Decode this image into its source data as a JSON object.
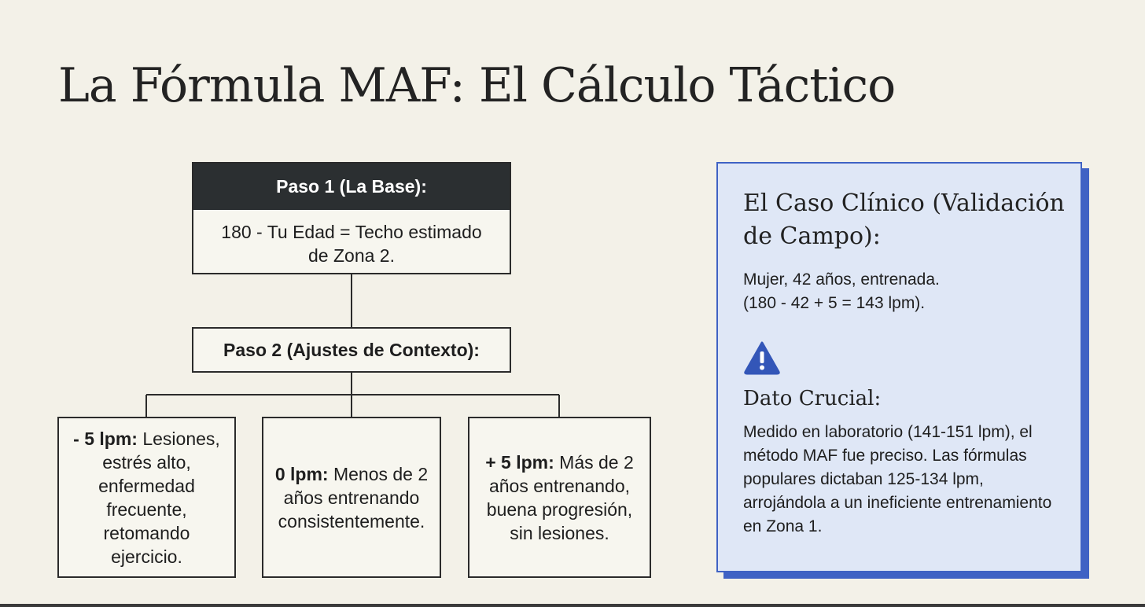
{
  "title": "La Fórmula MAF: El Cálculo Táctico",
  "step1": {
    "header": "Paso 1 (La Base):",
    "body": "180 - Tu Edad = Techo estimado de Zona 2."
  },
  "step2": {
    "label": "Paso 2 (Ajustes de Contexto):"
  },
  "adjustments": [
    {
      "value": "- 5 lpm:",
      "description": " Lesiones, estrés alto, enfermedad frecuente, retomando ejercicio."
    },
    {
      "value": "0 lpm:",
      "description": " Menos de 2 años entrenando consistentemente."
    },
    {
      "value": "+ 5 lpm:",
      "description": " Más de 2 años entrenando, buena progresión, sin lesiones."
    }
  ],
  "case": {
    "title": "El Caso Clínico (Validación de Campo):",
    "line1": "Mujer, 42 años, entrenada.",
    "line2": "(180 - 42 + 5 = 143 lpm).",
    "icon": "warning-icon",
    "crucial_title": "Dato Crucial:",
    "crucial_text": "Medido en laboratorio (141-151 lpm), el método MAF fue preciso. Las fórmulas populares dictaban 125-134 lpm, arrojándola a un ineficiente entrenamiento en Zona 1."
  },
  "colors": {
    "background": "#f3f1e8",
    "header_dark": "#2b2f31",
    "accent_blue": "#3f62c4",
    "card_fill": "#dfe7f6"
  }
}
